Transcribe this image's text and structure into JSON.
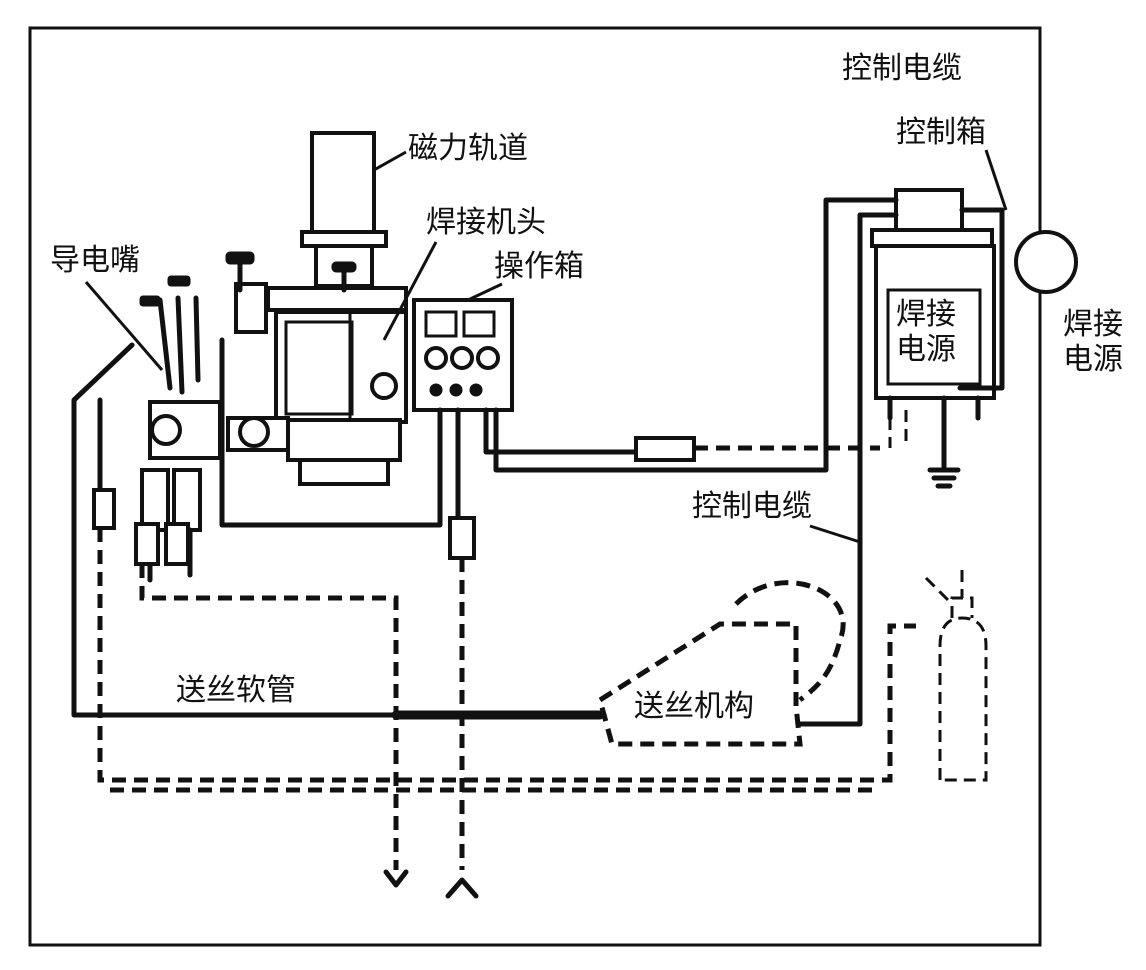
{
  "labels": {
    "control_cable_top": "控制电缆",
    "control_box": "控制箱",
    "magnetic_track": "磁力轨道",
    "welding_head": "焊接机头",
    "contact_tip": "导电嘴",
    "operation_box": "操作箱",
    "power_inner": "焊接电源",
    "power_outer": "焊接电源",
    "control_cable_mid": "控制电缆",
    "wire_hose": "送丝软管",
    "wire_feeder": "送丝机构"
  }
}
